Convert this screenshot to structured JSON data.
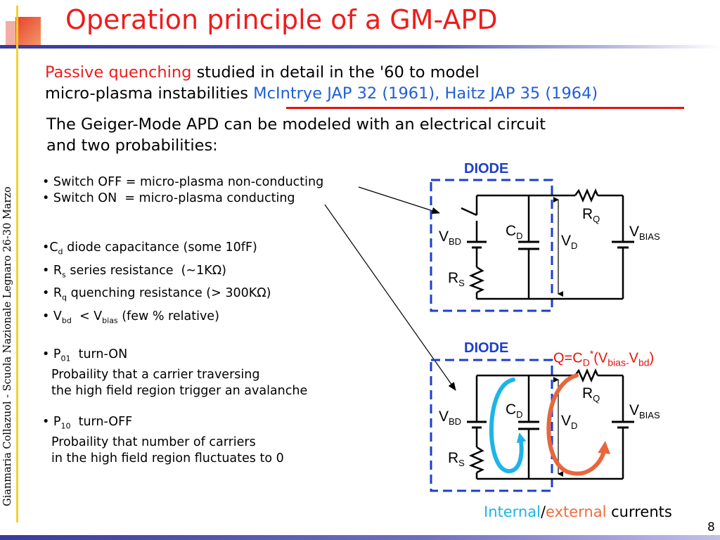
{
  "slide": {
    "title": "Operation principle of a GM-APD",
    "side_text": "Gianmaria Collazuol - Scuola Nazionale Legnaro 26-30 Marzo",
    "page_number": "8",
    "colors": {
      "title": "#ee1c1c",
      "link": "#1f5fd6",
      "diode": "#1b3fc9",
      "internal": "#1eb4e8",
      "external": "#f26a3d"
    }
  },
  "intro": {
    "line1_red": "Passive quenching",
    "line1_rest": " studied in detail in the '60 to model",
    "line2_start": "micro-plasma instabilities ",
    "line2_link": "McIntrye JAP 32 (1961), Haitz JAP 35 (1964)"
  },
  "model_text": {
    "line1": "The Geiger-Mode APD can be modeled with an electrical circuit",
    "line2": "and two probabilities:"
  },
  "switch_items": [
    "Switch OFF = micro-plasma non-conducting",
    "Switch ON  = micro-plasma conducting"
  ],
  "params": {
    "cd": {
      "bullet": "•C",
      "sub": "d",
      "text": " diode capacitance (some 10fF)"
    },
    "rs": {
      "bullet": "• R",
      "sub": "s",
      "text": " series resistance  (~1KΩ)"
    },
    "rq": {
      "bullet": "• R",
      "sub": "q",
      "text": " quenching resistance (> 300KΩ)"
    },
    "vbd": {
      "bullet": "• V",
      "sub": "bd",
      "mid": "  < V",
      "sub2": "bias",
      "text": " (few % relative)"
    }
  },
  "prob_on": {
    "bullet": "• P",
    "sub": "01",
    "label": "  turn-ON",
    "line1": "Probaility that a carrier traversing",
    "line2": "the high field region trigger an avalanche"
  },
  "prob_off": {
    "bullet": "• P",
    "sub": "10",
    "label": "  turn-OFF",
    "line1": "Probaility that number of carriers",
    "line2": "in the high field region fluctuates to 0"
  },
  "circuit_top": {
    "diode_label": "DIODE",
    "vbd": "V",
    "vbd_sub": "BD",
    "cd": "C",
    "cd_sub": "D",
    "vd": "V",
    "vd_sub": "D",
    "rq": "R",
    "rq_sub": "Q",
    "vbias": "V",
    "vbias_sub": "BIAS",
    "rs": "R",
    "rs_sub": "S"
  },
  "circuit_bottom": {
    "diode_label": "DIODE",
    "vbd": "V",
    "vbd_sub": "BD",
    "cd": "C",
    "cd_sub": "D",
    "vd": "V",
    "vd_sub": "D",
    "rq": "R",
    "rq_sub": "Q",
    "vbias": "V",
    "vbias_sub": "BIAS",
    "rs": "R",
    "rs_sub": "S"
  },
  "formula": {
    "q": "Q=C",
    "cd_sub": "D",
    "star": "*",
    "paren_open": "(V",
    "bias_sub": "bias-",
    "v2": "V",
    "bd_sub": "bd",
    "paren_close": ")"
  },
  "currents": {
    "internal": "Internal",
    "slash": "/",
    "external": "external",
    "rest": " currents"
  }
}
